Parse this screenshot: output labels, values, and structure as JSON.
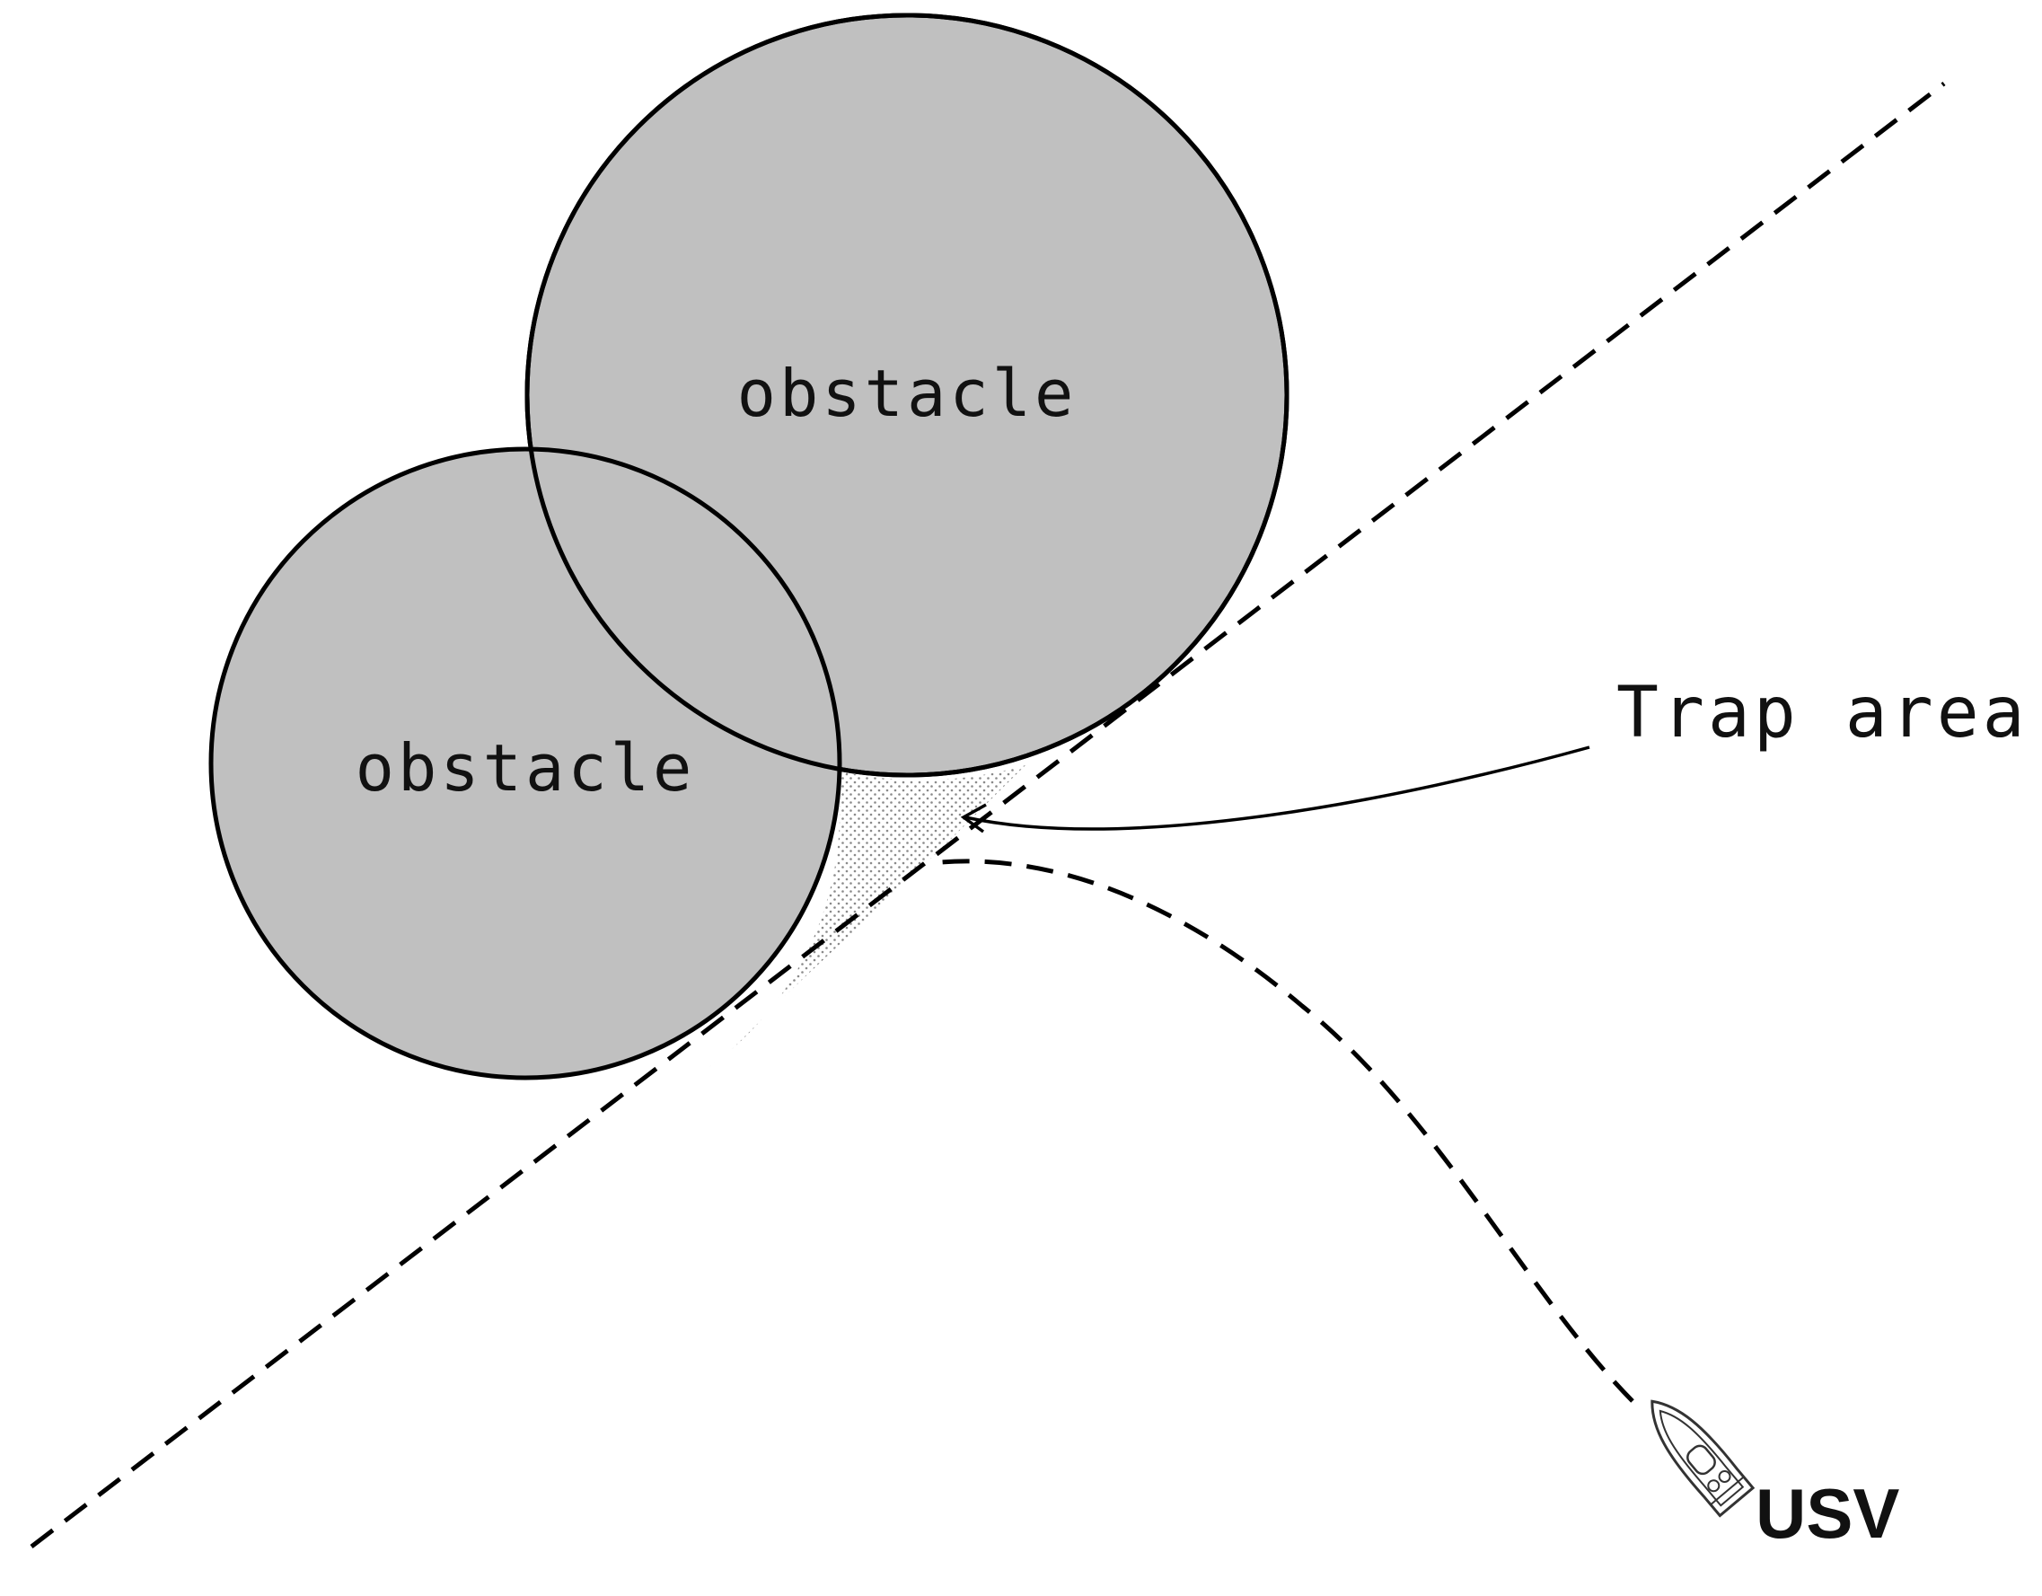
{
  "labels": {
    "obstacle_top": "obstacle",
    "obstacle_left": "obstacle",
    "trap_area": "Trap area",
    "usv": "USV"
  },
  "colors": {
    "obstacle_fill": "#c0c0c0",
    "stroke": "#000000",
    "trap_dots": "#8a8a8a",
    "background": "#ffffff"
  },
  "icons": {
    "usv": "boat-icon"
  }
}
